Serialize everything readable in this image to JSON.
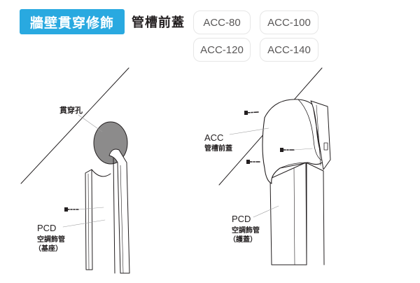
{
  "header": {
    "title": "牆壁貫穿修飾",
    "subtitle": "管槽前蓋",
    "models": [
      "ACC-80",
      "ACC-100",
      "ACC-120",
      "ACC-140"
    ]
  },
  "diagram_left": {
    "label_hole": "貫穿孔",
    "label_pcd": "PCD",
    "label_pcd_line1": "空調飾管",
    "label_pcd_line2": "（基座）"
  },
  "diagram_right": {
    "label_acc": "ACC",
    "label_acc_sub": "管槽前蓋",
    "label_pcd": "PCD",
    "label_pcd_line1": "空調飾管",
    "label_pcd_line2": "（護蓋）"
  },
  "colors": {
    "accent": "#29a9e0",
    "hole_fill": "#8c8b8b"
  }
}
